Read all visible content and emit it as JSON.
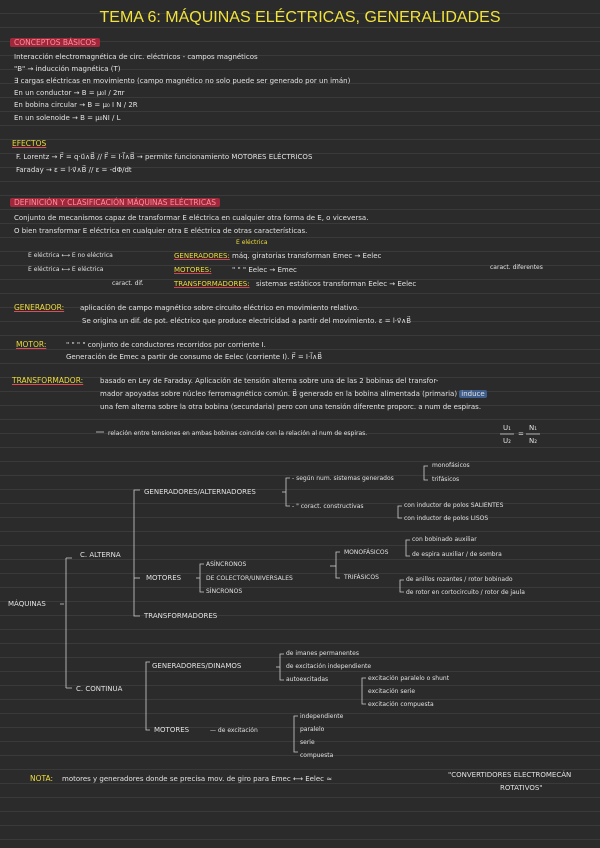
{
  "title": "TEMA 6: MÁQUINAS ELÉCTRICAS, GENERALIDADES",
  "conceptos": {
    "heading": "CONCEPTOS BÁSICOS",
    "lines": [
      "Interacción electromagnética de circ. eléctricos - campos magnéticos",
      "\"B\" → inducción magnética (T)",
      "∃ cargas eléctricas en movimiento (campo magnético no solo puede ser generado por un imán)",
      "En un conductor → B = μ₀I / 2πr",
      "En bobina circular → B = μ₀ I N / 2R",
      "En un solenoide → B = μ₀NI / L"
    ]
  },
  "efectos": {
    "heading": "EFECTOS",
    "lines": [
      "F. Lorentz → F⃗ = q·u⃗∧B⃗ // F⃗ = I·l⃗∧B⃗ → permite funcionamiento MOTORES ELÉCTRICOS",
      "Faraday → ε = l·v⃗∧B⃗ // ε = -dΦ/dt"
    ]
  },
  "definicion": {
    "heading": "DEFINICIÓN Y CLASIFICACIÓN MÁQUINAS ELÉCTRICAS",
    "lines": [
      "Conjunto de mecanismos capaz de transformar E eléctrica en cualquier otra forma de E, o viceversa.",
      "O bien transformar E eléctrica en cualquier otra E eléctrica de otras características."
    ],
    "note_top": "E eléctrica",
    "left_rows": [
      "E eléctrica ⟷ E no eléctrica",
      "E eléctrica ⟷ E eléctrica"
    ],
    "left_note": "caract. dif.",
    "gen_label": "GENERADORES:",
    "gen_text": "máq. giratorias transforman Emec → Eelec",
    "mot_label": "MOTORES:",
    "mot_text": "\"        \"        \"        Eelec → Emec",
    "trans_label": "TRANSFORMADORES:",
    "trans_text": "sistemas estáticos transforman Eelec → Eelec",
    "right_note": "caract. diferentes"
  },
  "generador": {
    "label": "GENERADOR:",
    "line1": "aplicación de campo magnético sobre circuito eléctrico en movimiento relativo.",
    "line2": "Se origina un dif. de pot. eléctrico que produce electricidad a partir del movimiento.   ε = l·v⃗∧B⃗"
  },
  "motor": {
    "label": "MOTOR:",
    "line1": "\"     \"     \"     \" conjunto de conductores recorridos por corriente I.",
    "line2": "Generación de Emec a partir de consumo de Eelec (corriente I).   F⃗ = I·l⃗∧B⃗"
  },
  "transformador": {
    "label": "TRANSFORMADOR:",
    "line1": "basado en Ley de Faraday. Aplicación de tensión alterna sobre una de las 2 bobinas del transfor-",
    "line2a": "mador apoyadas sobre núcleo ferromagnético común. B⃗ generado en la bobina alimentada (primaria)",
    "line2b": "induce",
    "line3": "una fem alterna sobre la otra bobina (secundaria) pero con una tensión diferente proporc. a num de espiras.",
    "relation": "relación entre tensiones en ambas bobinas coincide con la relación al num de espiras.",
    "formula_lhs_num": "U₁",
    "formula_lhs_den": "U₂",
    "formula_rhs_num": "N₁",
    "formula_rhs_den": "N₂"
  },
  "tree": {
    "root": "MÁQUINAS",
    "alterna": "C. ALTERNA",
    "continua": "C. CONTINUA",
    "gen_alt": "GENERADORES/ALTERNADORES",
    "gen_alt_c1": "- según num. sistemas generados",
    "gen_alt_c1a": "monofásicos",
    "gen_alt_c1b": "trifásicos",
    "gen_alt_c2": "- \"     coract. constructivas",
    "gen_alt_c2a": "con inductor de polos SALIENTES",
    "gen_alt_c2b": "con inductor de polos LISOS",
    "motores": "MOTORES",
    "asinc": "ASÍNCRONOS",
    "colector": "DE COLECTOR/UNIVERSALES",
    "sinc": "SÍNCRONOS",
    "mono": "MONOFÁSICOS",
    "mono_a": "con bobinado auxiliar",
    "mono_b": "de espira auxiliar / de sombra",
    "tri": "TRIFÁSICOS",
    "tri_a": "de anillos rozantes / rotor bobinado",
    "tri_b": "de rotor en cortocircuito / rotor de jaula",
    "transformadores": "TRANSFORMADORES",
    "gen_din": "GENERADORES/DINAMOS",
    "gd1": "de imanes permanentes",
    "gd2": "de excitación independiente",
    "gd3": "autoexcitadas",
    "gd3a": "excitación paralelo o shunt",
    "gd3b": "excitación serie",
    "gd3c": "excitación compuesta",
    "motores_cc": "MOTORES",
    "exc_label": "— de excitación",
    "exc1": "independiente",
    "exc2": "paralelo",
    "exc3": "serie",
    "exc4": "compuesta"
  },
  "nota": {
    "label": "NOTA:",
    "text": "motores y generadores donde se precisa mov. de giro para Emec ⟷ Eelec ≈",
    "quote1": "\"CONVERTIDORES ELECTROMECÁN",
    "quote2": "ROTATIVOS\""
  },
  "colors": {
    "accent_yellow": "#f0dc3a",
    "accent_red": "#d84050",
    "background": "#2b2b2b"
  }
}
